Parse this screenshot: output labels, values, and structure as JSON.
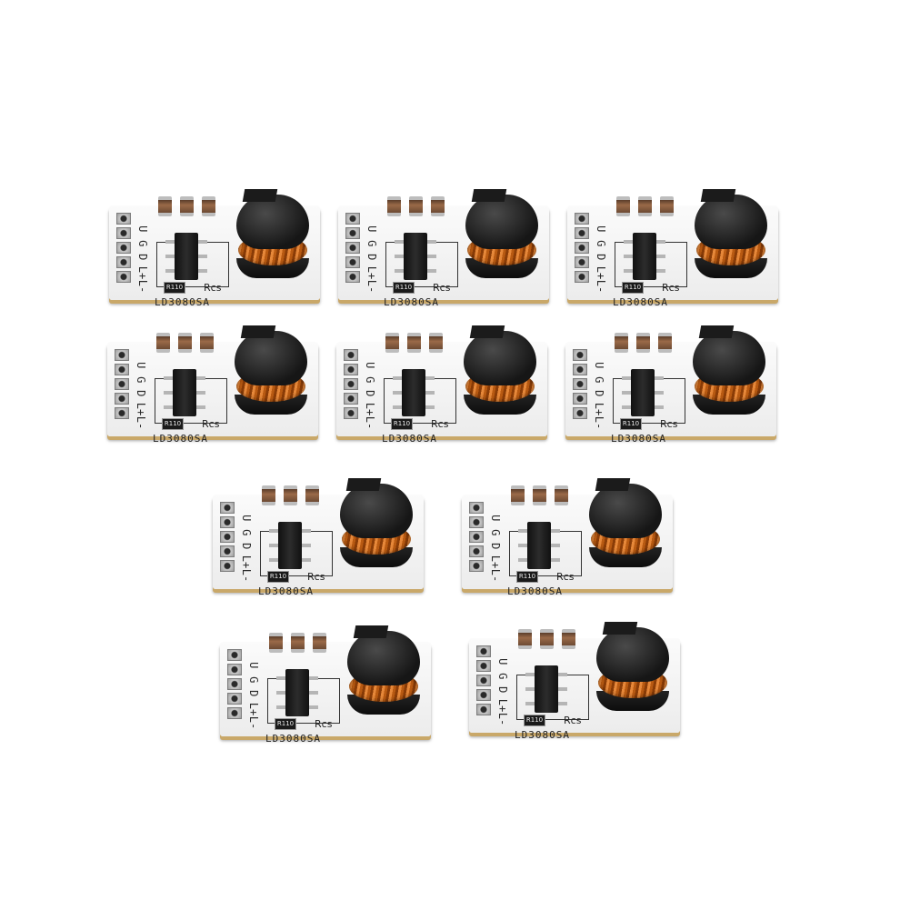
{
  "product": {
    "silkscreen_model": "LD3080SA",
    "resistor_marking": "R110",
    "sense_label": "Rcs",
    "pin_labels": [
      "U",
      "G",
      "D",
      "L+",
      "L-"
    ]
  },
  "boards": [
    {
      "id": 1
    },
    {
      "id": 2
    },
    {
      "id": 3
    },
    {
      "id": 4
    },
    {
      "id": 5
    },
    {
      "id": 6
    },
    {
      "id": 7
    },
    {
      "id": 8
    },
    {
      "id": 9
    },
    {
      "id": 10
    }
  ],
  "colors": {
    "background": "#ffffff",
    "pcb": "#f4f4f4",
    "pcb_edge": "#c9a869",
    "inductor_core": "#1b1b1b",
    "coil_copper": "#d2741f",
    "capacitor": "#8a5e3f"
  }
}
